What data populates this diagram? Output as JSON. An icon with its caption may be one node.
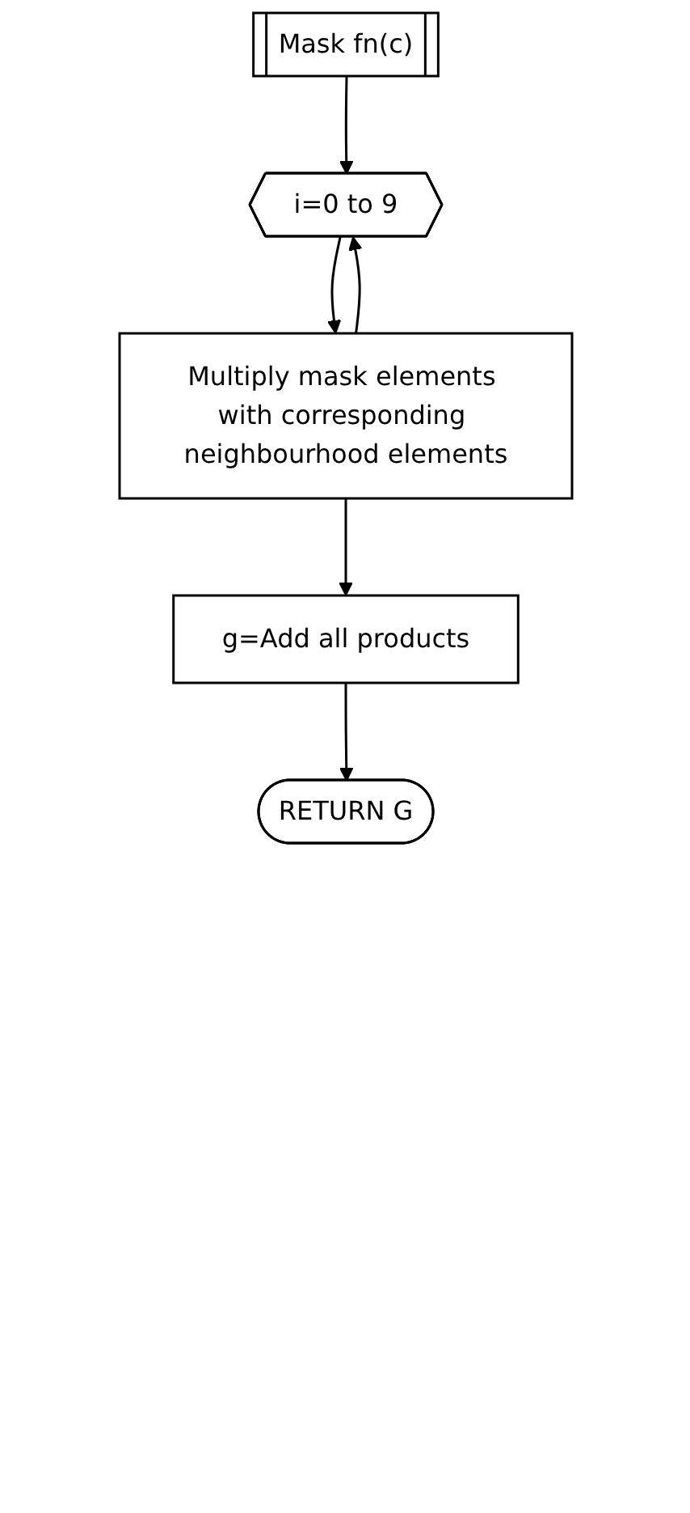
{
  "diagram": {
    "nodes": [
      {
        "text": [
          "Mask fn(c)"
        ]
      },
      {
        "text": [
          "i=0 to 9"
        ]
      },
      {
        "text": [
          "Multiply mask elements with corresponding neighbourhood elements"
        ]
      },
      {
        "text": [
          "g=Add all products"
        ]
      },
      {
        "text": [
          "RETURN G"
        ]
      }
    ],
    "edges": [
      {
        "from": 0,
        "to": 1,
        "arrow": "to"
      },
      {
        "from": 1,
        "to": 2,
        "arrow": "to"
      },
      {
        "from": 2,
        "to": 1,
        "arrow": "to"
      },
      {
        "from": 2,
        "to": 3,
        "arrow": "to"
      },
      {
        "from": 3,
        "to": 4,
        "arrow": "to"
      }
    ]
  }
}
